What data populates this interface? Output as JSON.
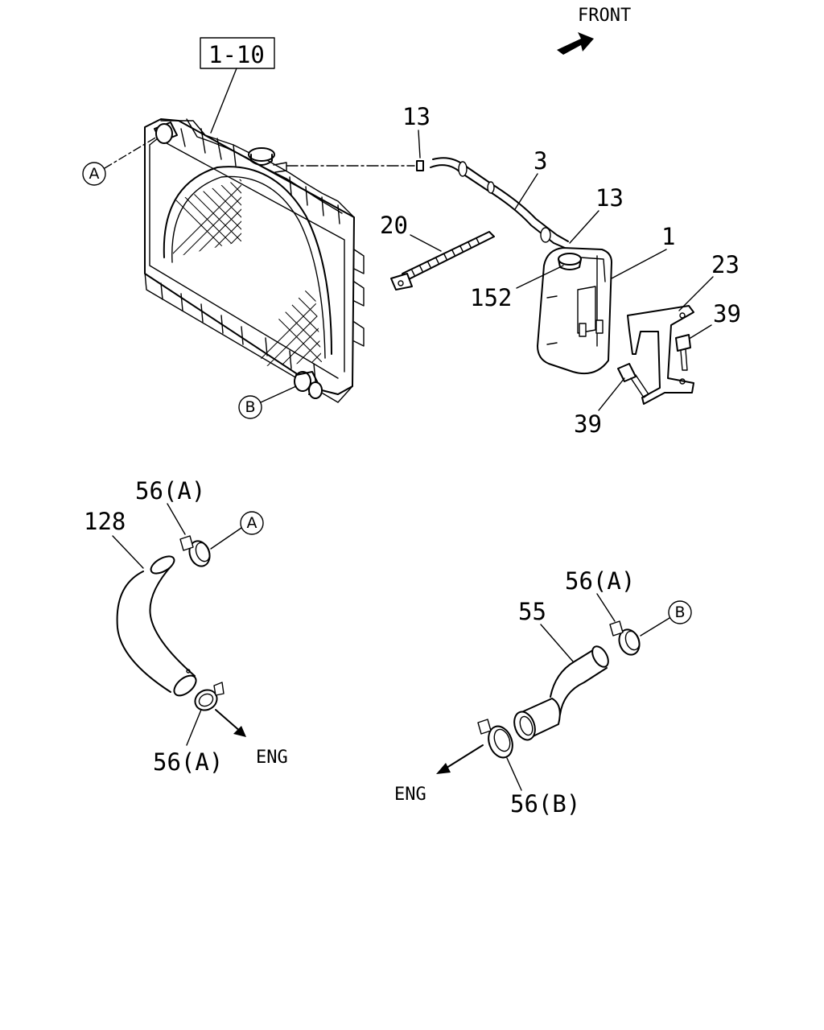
{
  "front_label": "FRONT",
  "eng_label": "ENG",
  "ref_box": "1-10",
  "callouts": {
    "A": "A",
    "B": "B"
  },
  "parts": {
    "p1": "1",
    "p3": "3",
    "p13": "13",
    "p20": "20",
    "p23": "23",
    "p39": "39",
    "p55": "55",
    "p56a": "56(A)",
    "p56b": "56(B)",
    "p128": "128",
    "p152": "152"
  }
}
